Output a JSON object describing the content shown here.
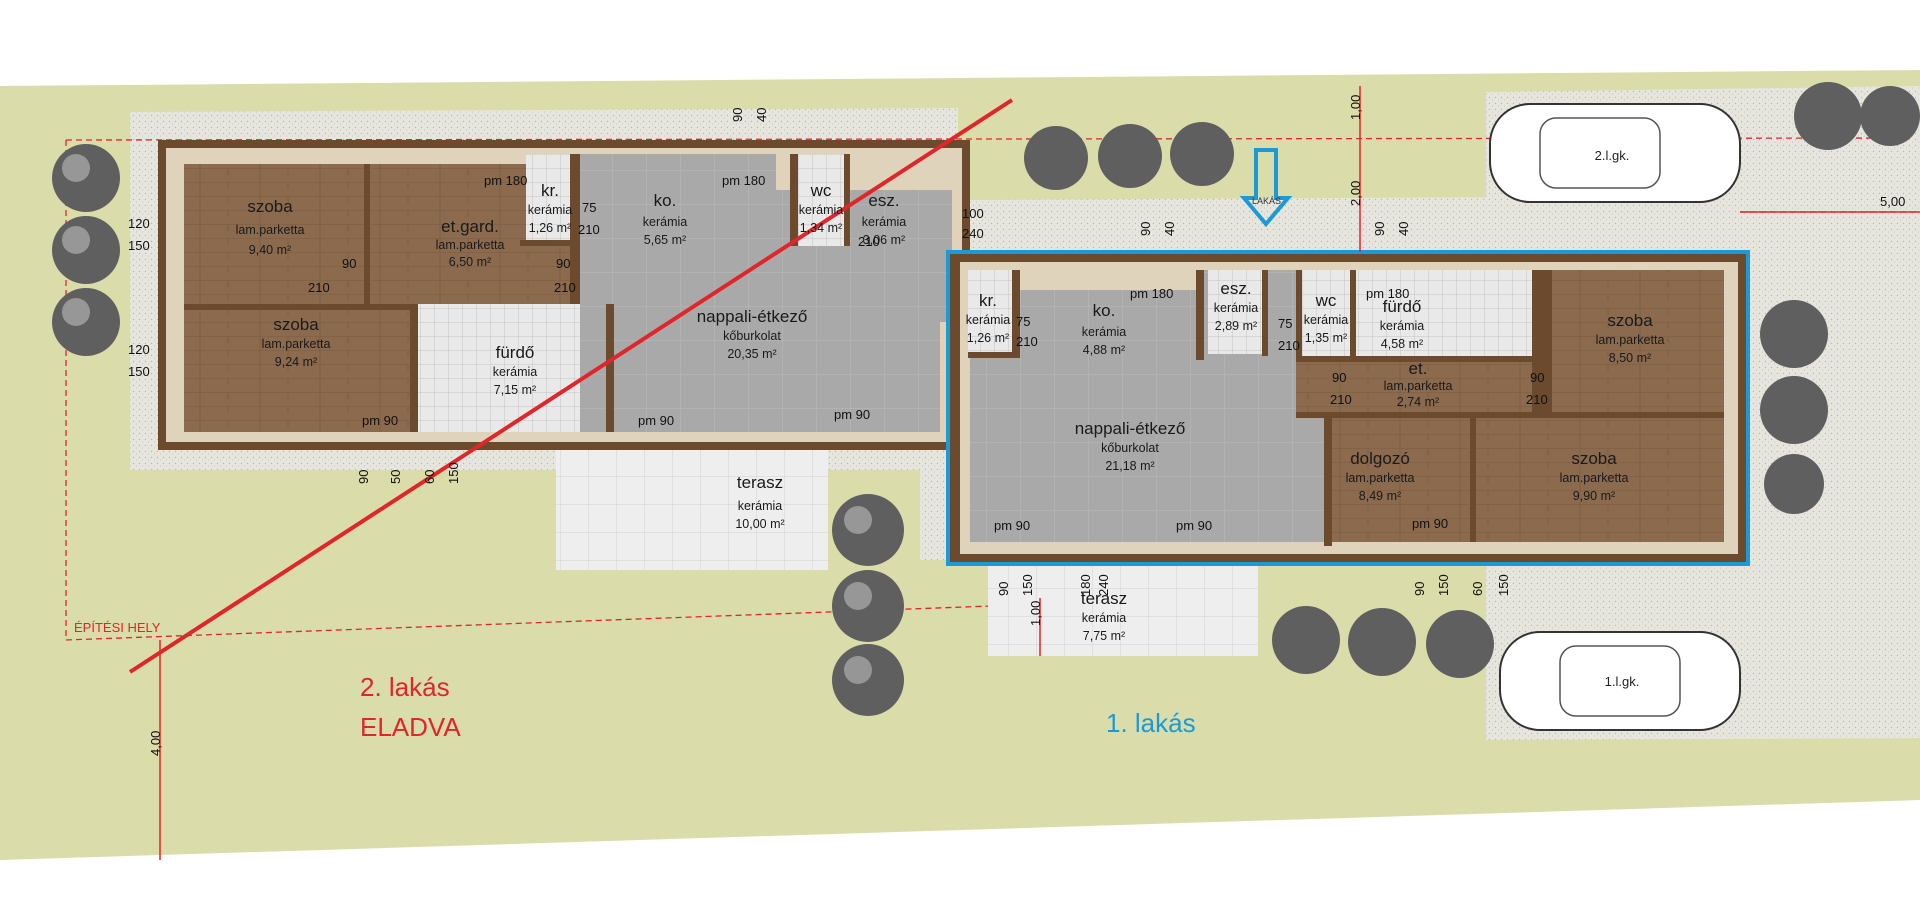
{
  "apartments": [
    {
      "id": "apt2",
      "label_line1": "2. lakás",
      "label_line2": "ELADVA",
      "color": "#e0262a",
      "rooms": [
        {
          "name": "szoba",
          "material": "lam.parketta",
          "area": "9,40 m²"
        },
        {
          "name": "et.gard.",
          "material": "lam.parketta",
          "area": "6,50 m²"
        },
        {
          "name": "kr.",
          "material": "kerámia",
          "area": "1,26 m²"
        },
        {
          "name": "ko.",
          "material": "kerámia",
          "area": "5,65 m²"
        },
        {
          "name": "wc",
          "material": "kerámia",
          "area": "1,34 m²"
        },
        {
          "name": "esz.",
          "material": "kerámia",
          "area": "3,06 m²"
        },
        {
          "name": "szoba",
          "material": "lam.parketta",
          "area": "9,24 m²"
        },
        {
          "name": "fürdő",
          "material": "kerámia",
          "area": "7,15 m²"
        },
        {
          "name": "nappali-étkező",
          "material": "kőburkolat",
          "area": "20,35 m²"
        },
        {
          "name": "terasz",
          "material": "kerámia",
          "area": "10,00 m²"
        }
      ]
    },
    {
      "id": "apt1",
      "label_line1": "1. lakás",
      "color": "#1b9ad6",
      "rooms": [
        {
          "name": "kr.",
          "material": "kerámia",
          "area": "1,26 m²"
        },
        {
          "name": "ko.",
          "material": "kerámia",
          "area": "4,88 m²"
        },
        {
          "name": "esz.",
          "material": "kerámia",
          "area": "2,89 m²"
        },
        {
          "name": "wc",
          "material": "kerámia",
          "area": "1,35 m²"
        },
        {
          "name": "fürdő",
          "material": "kerámia",
          "area": "4,58 m²"
        },
        {
          "name": "szoba",
          "material": "lam.parketta",
          "area": "8,50 m²"
        },
        {
          "name": "et.",
          "material": "lam.parketta",
          "area": "2,74 m²"
        },
        {
          "name": "nappali-étkező",
          "material": "kőburkolat",
          "area": "21,18 m²"
        },
        {
          "name": "dolgozó",
          "material": "lam.parketta",
          "area": "8,49 m²"
        },
        {
          "name": "szoba",
          "material": "lam.parketta",
          "area": "9,90 m²"
        },
        {
          "name": "terasz",
          "material": "kerámia",
          "area": "7,75 m²"
        }
      ]
    }
  ],
  "labels": {
    "building_zone": "ÉPÍTÉSI HELY",
    "entrance": "LAKÁS",
    "parking_1": "1.l.gk.",
    "parking_2": "2.l.gk."
  },
  "dimensions": {
    "pm180": "pm 180",
    "pm90": "pm 90",
    "d90": "90",
    "d40": "40",
    "d120": "120",
    "d150": "150",
    "d210": "210",
    "d75": "75",
    "d100": "100",
    "d240": "240",
    "d180": "180",
    "d50": "50",
    "d60": "60",
    "m100": "1,00",
    "m200": "2,00",
    "m400": "4,00",
    "m500": "5,00"
  }
}
